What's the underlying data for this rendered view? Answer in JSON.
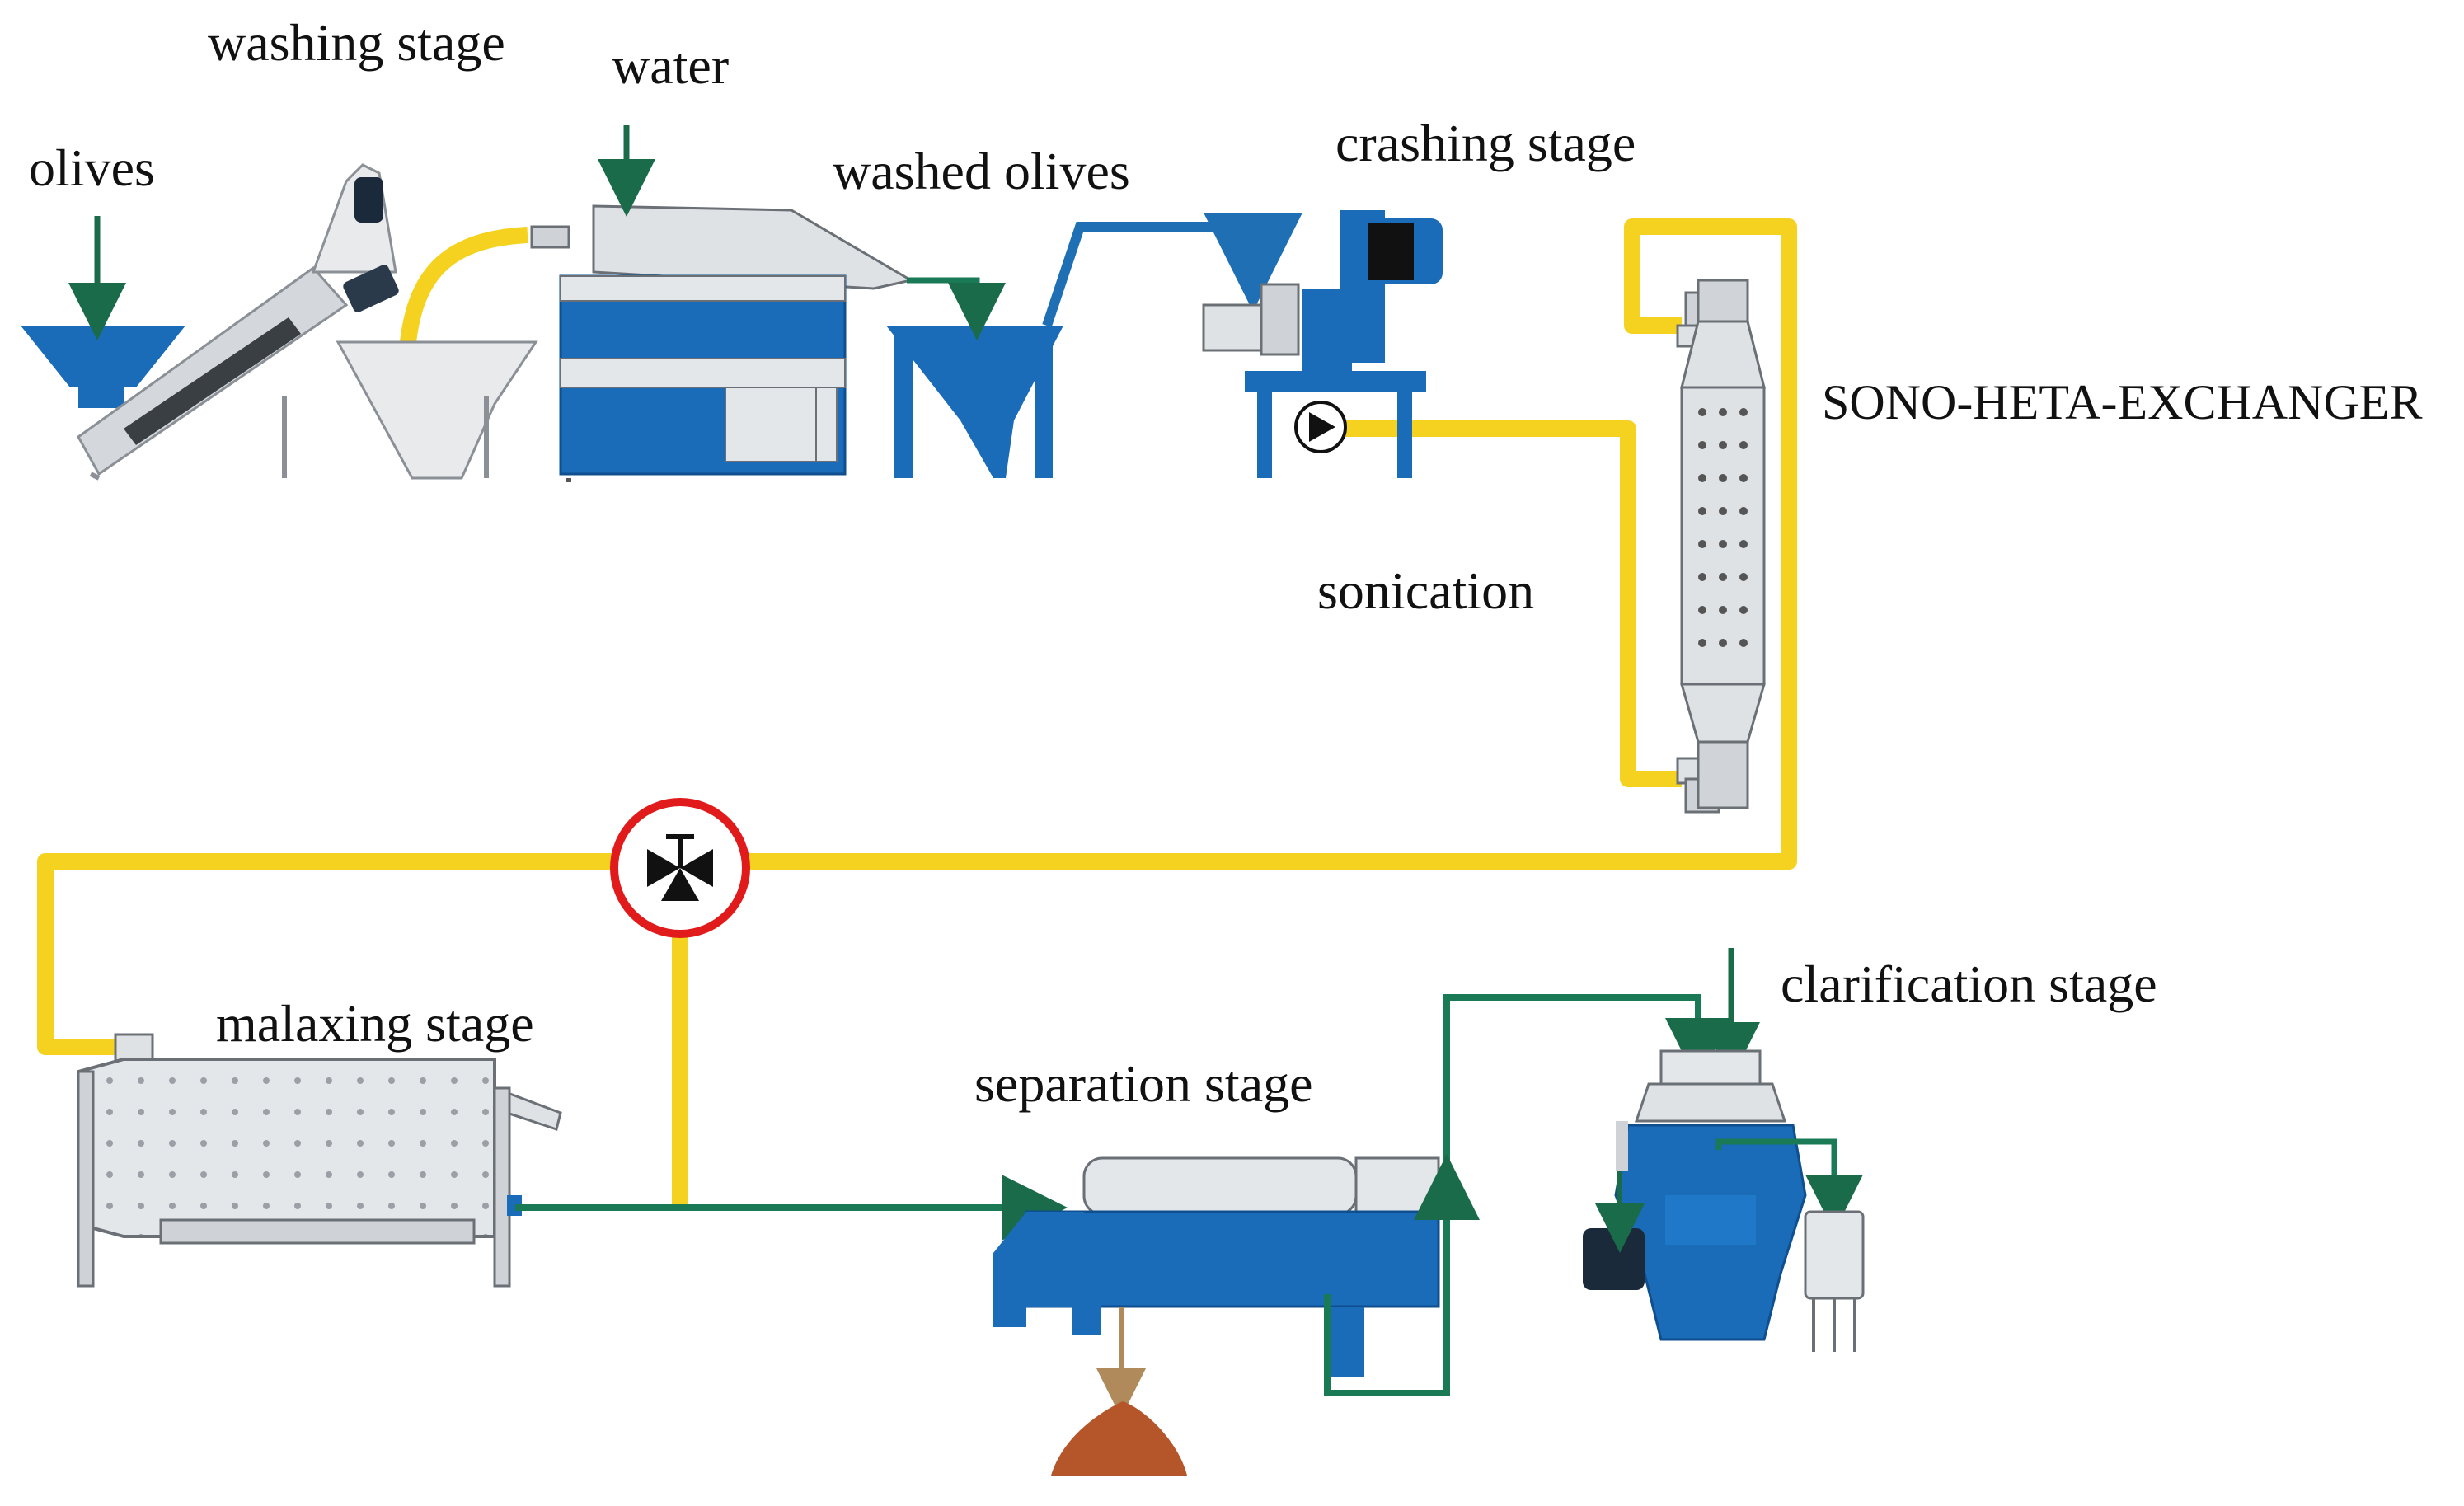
{
  "labels": {
    "olives": "olives",
    "washing_stage": "washing stage",
    "water": "water",
    "washed_olives": "washed olives",
    "crashing_stage": "crashing stage",
    "exchanger": "SONO-HETA-EXCHANGER",
    "sonication": "sonication",
    "malaxing_stage": "malaxing stage",
    "separation_stage": "separation stage",
    "clarification_stage": "clarification stage"
  },
  "colors": {
    "machine_blue": "#1a6bb8",
    "machine_blue_dark": "#0f4f8f",
    "steel_gray": "#d9dde1",
    "steel_dark": "#8a9096",
    "pipe_yellow": "#f5d21f",
    "pipe_green": "#1a7a55",
    "pipe_blue": "#1f6fb5",
    "arrow_green": "#1a6b4a",
    "valve_red": "#e11b1b",
    "pomace_brown": "#b5552a",
    "brown_line": "#b08a5a"
  },
  "icons": {
    "pump": "pump-icon",
    "valve": "three-way-valve-icon"
  }
}
